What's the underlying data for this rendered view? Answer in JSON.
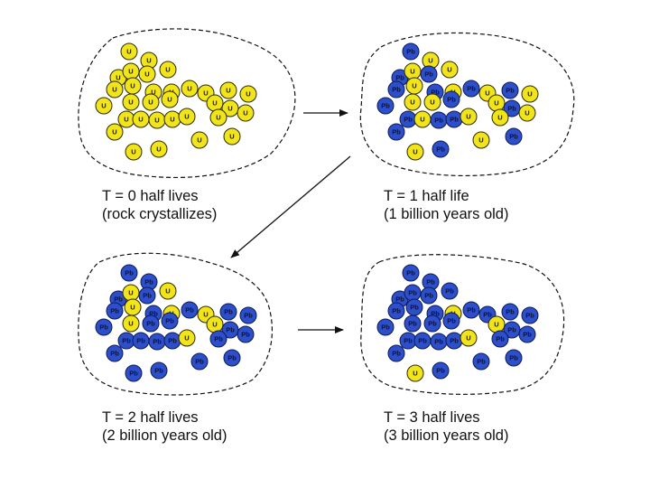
{
  "colors": {
    "uranium_fill": "#f1e41a",
    "uranium_stroke": "#2a2a00",
    "lead_fill": "#2d4fc9",
    "lead_stroke": "#0d1a5a",
    "outline": "#111111"
  },
  "atom_labels": {
    "uranium": "U",
    "lead": "Pb"
  },
  "panels": [
    {
      "caption_line1": "T = 0 half lives",
      "caption_line2": "(rock crystallizes)",
      "uranium_count": 32,
      "lead_count": 0
    },
    {
      "caption_line1": "T = 1 half life",
      "caption_line2": "(1 billion years old)",
      "uranium_count": 16,
      "lead_count": 16
    },
    {
      "caption_line1": "T = 2 half lives",
      "caption_line2": "(2 billion years old)",
      "uranium_count": 8,
      "lead_count": 24
    },
    {
      "caption_line1": "T = 3 half lives",
      "caption_line2": "(3 billion years old)",
      "uranium_count": 4,
      "lead_count": 28
    }
  ],
  "arrows": [
    "panel-0 to panel-1",
    "panel-1 to panel-2",
    "panel-2 to panel-3"
  ]
}
